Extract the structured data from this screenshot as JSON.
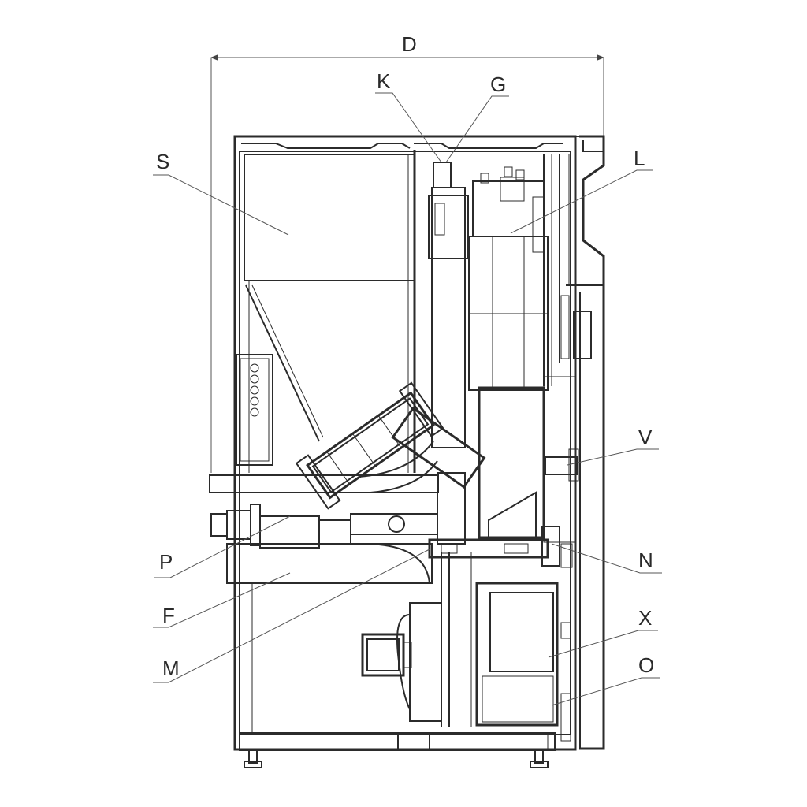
{
  "diagram": {
    "labels": {
      "D": "D",
      "K": "K",
      "G": "G",
      "S": "S",
      "L": "L",
      "V": "V",
      "P": "P",
      "N": "N",
      "F": "F",
      "X": "X",
      "M": "M",
      "O": "O"
    }
  }
}
